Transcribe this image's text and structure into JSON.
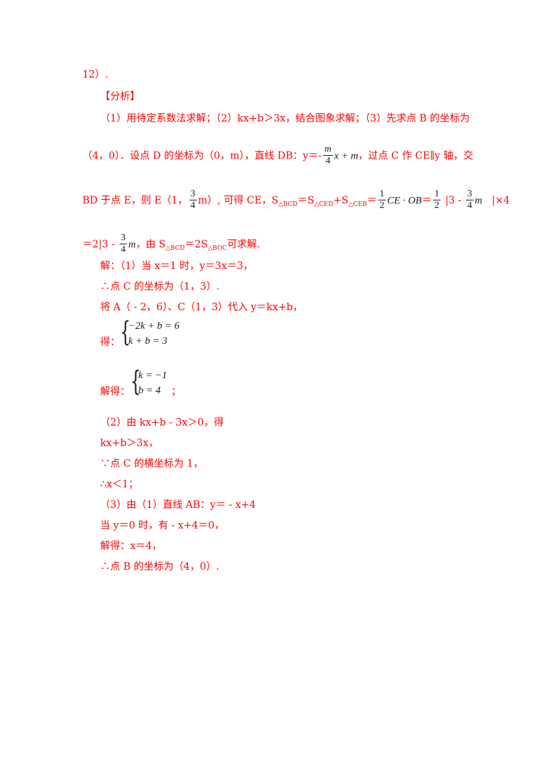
{
  "lines": {
    "l0": "12）.",
    "analysis_head": "【分析】",
    "a1": "（1）用待定系数法求解；（2）kx+b＞3x，结合图象求解；（3）先求点 B 的坐标为",
    "a2_pre": "（4，0）．设点 D 的坐标为（0，m），直线 DB：y＝-",
    "a2_frac_num": "m",
    "a2_frac_den": "4",
    "a2_mid": "x + m",
    "a2_post": "，过点 C 作 CE∥y 轴，交",
    "a3_pre": "BD 于点 E，则 E（1，",
    "a3_frac_num": "3",
    "a3_frac_den": "4",
    "a3_m": "m）, 可得 CE，S",
    "sub_bcd": "△BCD",
    "eq1": "＝S",
    "sub_ced": "△CED",
    "plus": "+S",
    "sub_ceb": "△CEB",
    "eq2": "＝",
    "half_num": "1",
    "half_den": "2",
    "ce_ob": "CE · OB",
    "eq3": "＝",
    "a3_tail1": "|3 -",
    "a3_frac2_num": "3",
    "a3_frac2_den": "4",
    "a3_m2": "m",
    "a3_tail2": "|×4",
    "a4_pre": "＝2|3 -",
    "a4_frac_num": "3",
    "a4_frac_den": "4",
    "a4_m": "m",
    "a4_post1": "，由 S",
    "a4_sub_bcd": "△BCD",
    "a4_post2": "＝2S",
    "a4_sub_boc": "△BOC",
    "a4_post3": "可求解.",
    "s1": "解：（1）当 x＝1 时，y＝3x＝3，",
    "s2": "∴点 C 的坐标为（1，3）.",
    "s3": "将 A（ - 2，6）、C（1，3）代入 y＝kx+b，",
    "s4_label": "得：",
    "sys1_r1": "−2k + b = 6",
    "sys1_r2": "k + b = 3",
    "s5_label": "解得：",
    "sys2_r1": "k = −1",
    "sys2_r2": "b = 4",
    "s5_tail": "；",
    "s6": "（2）由 kx+b - 3x＞0，得",
    "s7": "kx+b＞3x，",
    "s8": "∵点 C 的横坐标为 1，",
    "s9": "∴x＜1；",
    "s10": "（3）由（1）直线 AB：y＝ - x+4",
    "s11": "当 y＝0 时，有 - x+4＝0，",
    "s12": "解得：x＝4，",
    "s13": "∴点 B 的坐标为（4，0）."
  }
}
